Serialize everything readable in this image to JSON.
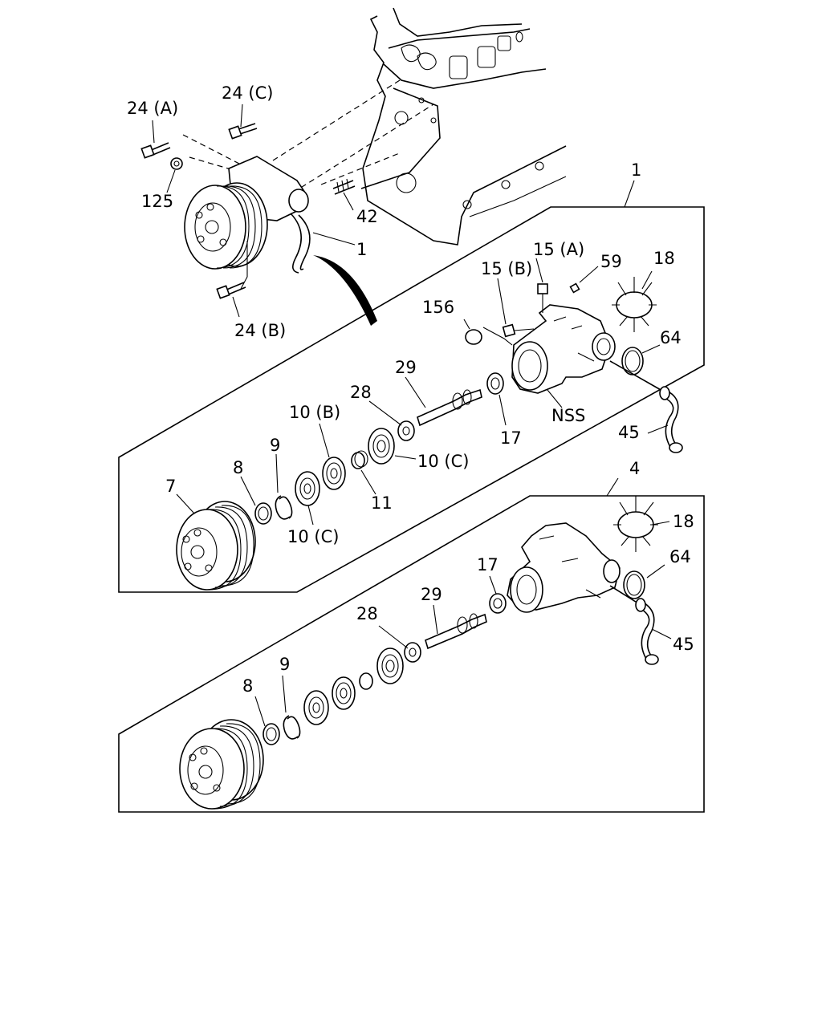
{
  "diagram": {
    "labels": {
      "l_24a": "24 (A)",
      "l_24c": "24 (C)",
      "l_125": "125",
      "l_42": "42",
      "l_1top": "1",
      "l_24b": "24 (B)",
      "l_1group": "1",
      "l_15a": "15 (A)",
      "l_15b": "15 (B)",
      "l_59": "59",
      "l_18a": "18",
      "l_156": "156",
      "l_64a": "64",
      "l_29a": "29",
      "l_28a": "28",
      "l_nss": "NSS",
      "l_17a": "17",
      "l_45a": "45",
      "l_10b": "10 (B)",
      "l_9a": "9",
      "l_10c1": "10 (C)",
      "l_8a": "8",
      "l_7": "7",
      "l_11": "11",
      "l_10c2": "10 (C)",
      "l_4group": "4",
      "l_18b": "18",
      "l_64b": "64",
      "l_17b": "17",
      "l_29b": "29",
      "l_28b": "28",
      "l_45b": "45",
      "l_9b": "9",
      "l_8b": "8"
    }
  }
}
